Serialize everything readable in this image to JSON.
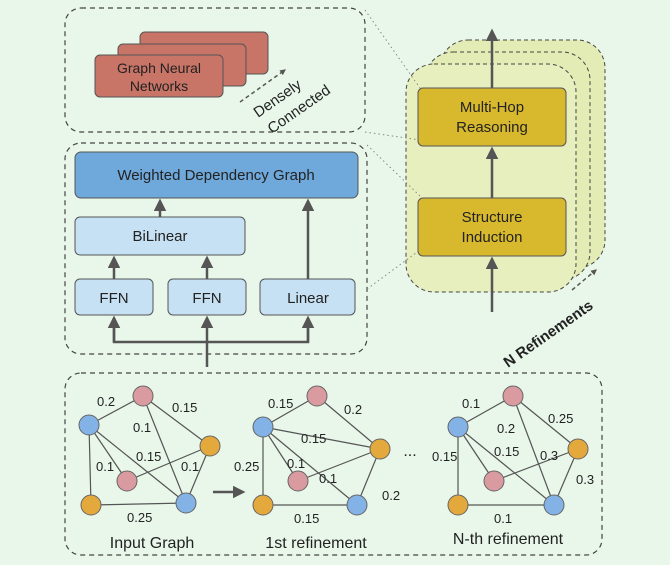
{
  "colors": {
    "background": "#e9f7ea",
    "gnn_fill": "#c87466",
    "module_fill": "#d8b92e",
    "stack_fill": "#e4ecb6",
    "box_light": "#c7e1f4",
    "box_dark": "#6fa9dc",
    "arrow": "#555555",
    "node_blue": "#82b2e6",
    "node_pink": "#d99aa0",
    "node_orange": "#e3a93c"
  },
  "gnn": {
    "label_line1": "Graph Neural",
    "label_line2": "Networks",
    "densely": "Densely",
    "connected": "Connected"
  },
  "attention": {
    "weighted_graph": "Weighted Dependency Graph",
    "bilinear": "BiLinear",
    "ffn_left": "FFN",
    "ffn_right": "FFN",
    "linear": "Linear"
  },
  "right": {
    "reasoning_line1": "Multi-Hop",
    "reasoning_line2": "Reasoning",
    "induction_line1": "Structure",
    "induction_line2": "Induction",
    "refinements": "N Refinements"
  },
  "graphs": [
    {
      "caption": "Input Graph",
      "weights": [
        "0.2",
        "0.15",
        "0.1",
        "0.15",
        "0.1",
        "0.1",
        "0.25"
      ]
    },
    {
      "caption": "1st refinement",
      "weights": [
        "0.15",
        "0.2",
        "0.15",
        "0.25",
        "0.1",
        "0.1",
        "0.15",
        "0.2"
      ]
    },
    {
      "caption": "N-th refinement",
      "weights": [
        "0.1",
        "0.25",
        "0.2",
        "0.15",
        "0.3",
        "0.15",
        "0.3",
        "0.1"
      ]
    }
  ],
  "ellipsis": "..."
}
